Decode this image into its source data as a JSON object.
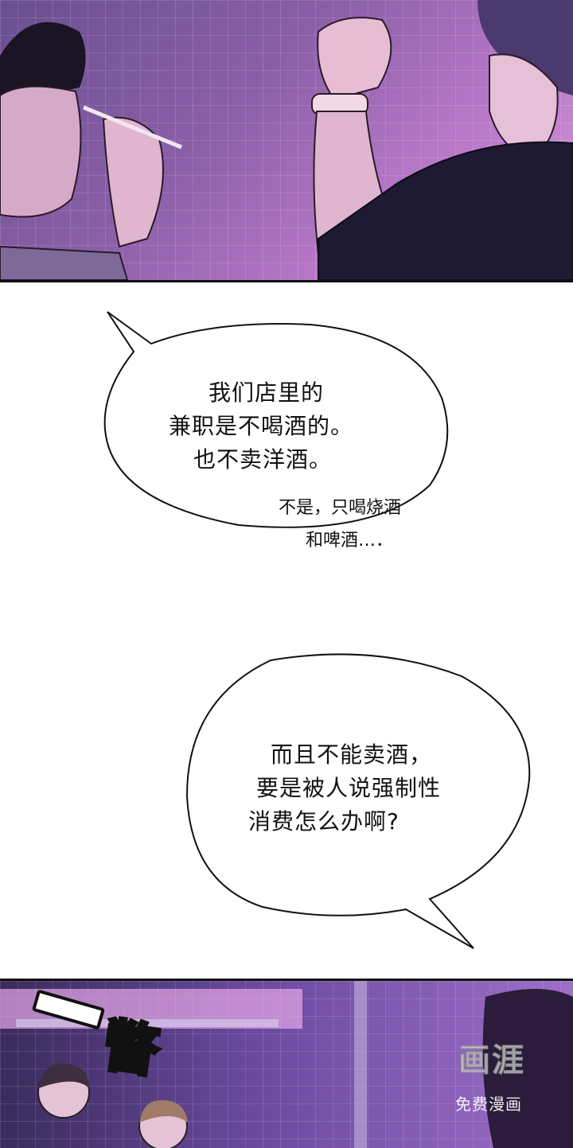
{
  "bubble_top": {
    "lines": [
      "我们店里的",
      "兼职是不喝酒的。",
      "也不卖洋酒。"
    ]
  },
  "aside": {
    "lines": [
      "不是，只喝烧酒",
      "和啤酒…．"
    ]
  },
  "bubble_bottom": {
    "lines": [
      "而且不能卖酒，",
      "要是被人说强制性",
      "消费怎么办啊?"
    ]
  },
  "sfx": {
    "text": "瞥"
  },
  "watermark": {
    "logo": "画涯",
    "text": "免费漫画"
  },
  "colors": {
    "panel_tint": "#9e6ec8",
    "ink": "#111111"
  }
}
